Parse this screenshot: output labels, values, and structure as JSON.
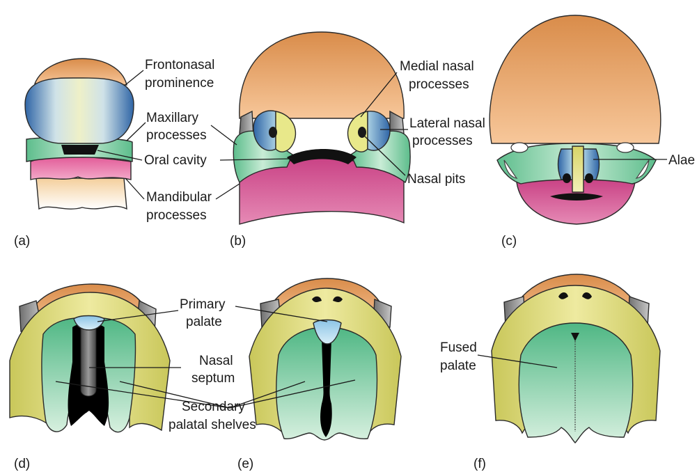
{
  "panels": {
    "a": "(a)",
    "b": "(b)",
    "c": "(c)",
    "d": "(d)",
    "e": "(e)",
    "f": "(f)"
  },
  "labels": {
    "frontonasal_1": "Frontonasal",
    "frontonasal_2": "prominence",
    "maxillary_1": "Maxillary",
    "maxillary_2": "processes",
    "oral_cavity": "Oral cavity",
    "mandibular_1": "Mandibular",
    "mandibular_2": "processes",
    "medial_nasal_1": "Medial nasal",
    "medial_nasal_2": "processes",
    "lateral_nasal_1": "Lateral nasal",
    "lateral_nasal_2": "processes",
    "nasal_pits": "Nasal pits",
    "alae": "Alae",
    "primary_palate_1": "Primary",
    "primary_palate_2": "palate",
    "nasal_septum_1": "Nasal",
    "nasal_septum_2": "septum",
    "secondary_1": "Secondary",
    "secondary_2": "palatal shelves",
    "fused_1": "Fused",
    "fused_2": "palate"
  },
  "colors": {
    "frontonasal": "#e8a45c",
    "blue": "#3f74b0",
    "yellow": "#e6e68a",
    "green": "#8ccfa8",
    "pink": "#d8548f",
    "gray": "#8a8a8a",
    "black": "#000000"
  }
}
